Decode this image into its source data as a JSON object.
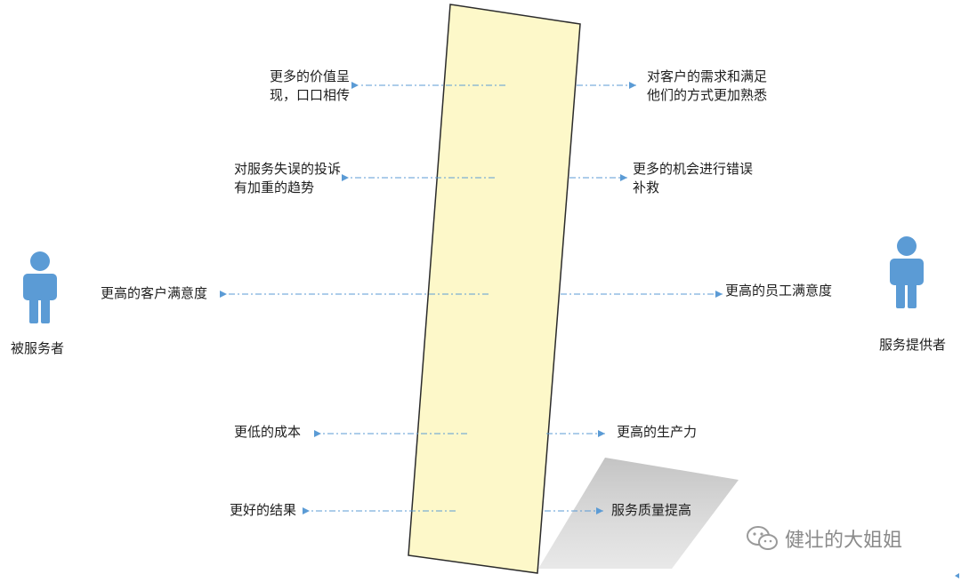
{
  "left_person": {
    "caption": "被服务者"
  },
  "right_person": {
    "caption": "服务提供者"
  },
  "left_labels": [
    {
      "line1": "更多的价值呈",
      "line2": "现，口口相传"
    },
    {
      "line1": "对服务失误的投诉",
      "line2": "有加重的趋势"
    },
    {
      "line1": "更高的客户满意度",
      "line2": ""
    },
    {
      "line1": "更低的成本",
      "line2": ""
    },
    {
      "line1": "更好的结果",
      "line2": ""
    }
  ],
  "right_labels": [
    {
      "line1": "对客户的需求和满足",
      "line2": "他们的方式更加熟悉"
    },
    {
      "line1": "更多的机会进行错误",
      "line2": "补救"
    },
    {
      "line1": "更高的员工满意度",
      "line2": ""
    },
    {
      "line1": "更高的生产力",
      "line2": ""
    },
    {
      "line1": "服务质量提高",
      "line2": ""
    }
  ],
  "watermark": {
    "text": "健壮的大姐姐",
    "icon": "wechat-icon"
  },
  "colors": {
    "panel_fill": "#fdf8c9",
    "panel_stroke": "#2b2b2b",
    "arrow": "#5b9bd5",
    "person": "#5b9bd5",
    "shadow": "#cfcfcf"
  }
}
